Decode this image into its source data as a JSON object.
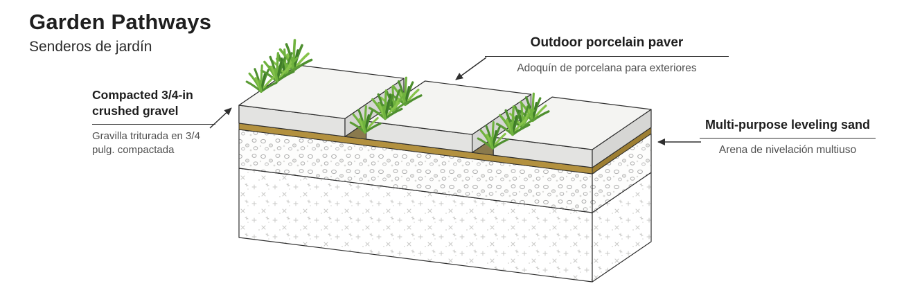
{
  "header": {
    "title": "Garden Pathways",
    "subtitle": "Senderos de jardín"
  },
  "labels": {
    "paver": {
      "title": "Outdoor porcelain paver",
      "subtitle": "Adoquín de porcelana para exteriores"
    },
    "gravel": {
      "title": "Compacted 3/4-in crushed gravel",
      "subtitle": "Gravilla triturada en 3/4 pulg. compactada"
    },
    "sand": {
      "title": "Multi-purpose leveling sand",
      "subtitle": "Arena de nivelación multiuso"
    }
  },
  "palette": {
    "outline": "#2e2e2e",
    "paver_top": "#f4f4f2",
    "paver_front": "#e3e3e1",
    "paver_end": "#d6d6d4",
    "sand": "#b3913f",
    "gap_shadow": "#8a7a4d",
    "grass_light": "#86c34a",
    "grass_dark": "#4e8f2f",
    "text": "#1d1d1d",
    "muted_text": "#4f4f4f"
  }
}
